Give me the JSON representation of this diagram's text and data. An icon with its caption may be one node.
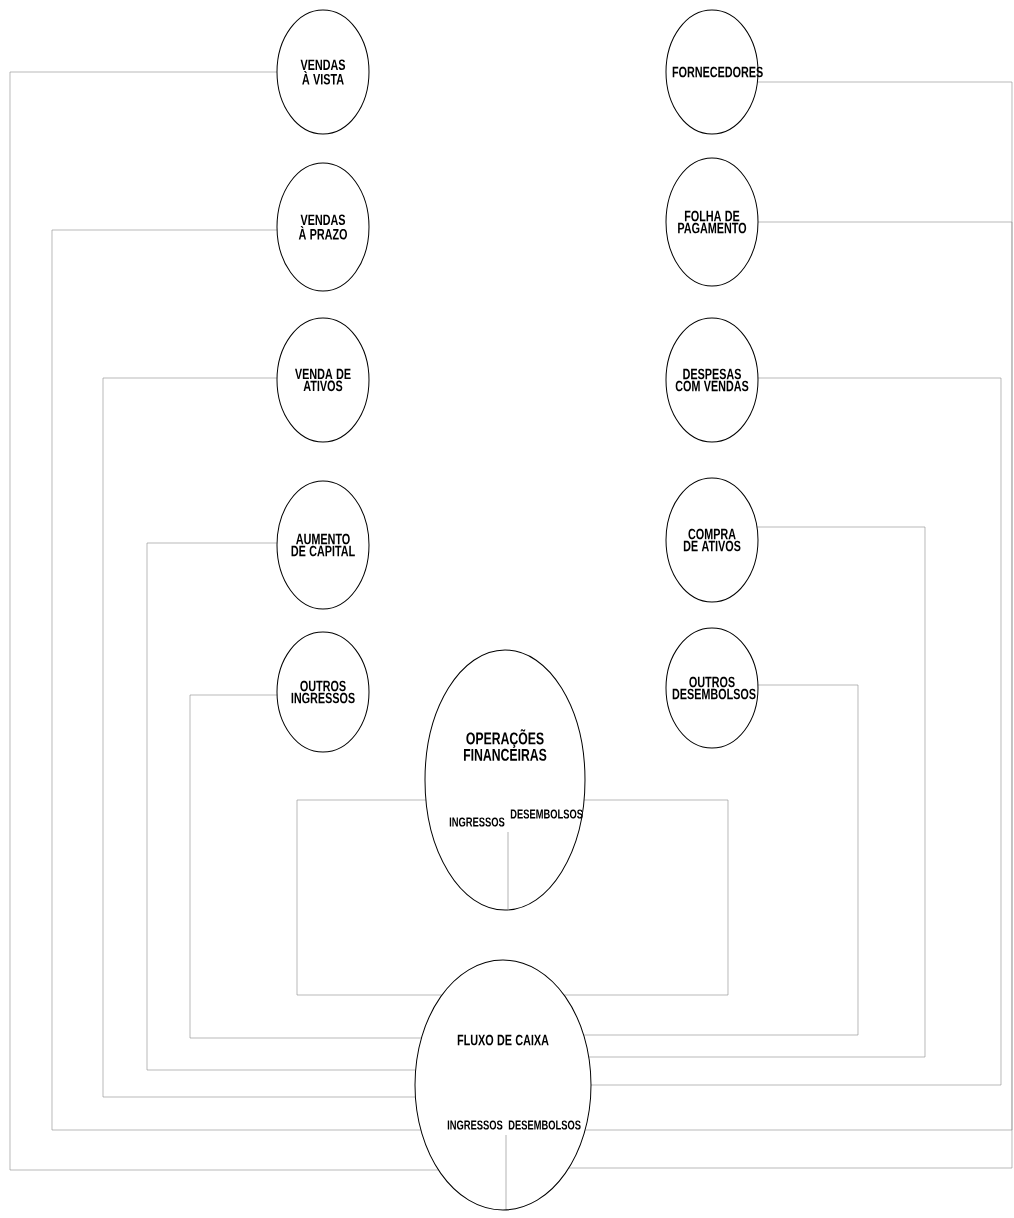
{
  "diagram": {
    "nodes": [
      {
        "text": [
          "VENDAS À VISTA"
        ]
      },
      {
        "text": [
          "VENDAS À PRAZO"
        ]
      },
      {
        "text": [
          "VENDA DE ATIVOS"
        ]
      },
      {
        "text": [
          "AUMENTO DE CAPITAL"
        ]
      },
      {
        "text": [
          "OUTROS INGRESSOS"
        ]
      },
      {
        "text": [
          "FORNECEDORES"
        ]
      },
      {
        "text": [
          "FOLHA DE PAGAMENTO"
        ]
      },
      {
        "text": [
          "DESPESAS COM VENDAS"
        ]
      },
      {
        "text": [
          "COMPRA DE ATIVOS"
        ]
      },
      {
        "text": [
          "OUTROS DESEMBOLSOS"
        ]
      },
      {
        "text": [
          "OPERAÇÕES FINANCEIRAS",
          "INGRESSOS",
          "DESEMBOLSOS"
        ]
      },
      {
        "text": [
          "FLUXO DE CAIXA",
          "INGRESSOS",
          "DESEMBOLSOS"
        ]
      }
    ],
    "edges": [
      {
        "from": 0,
        "to": 11,
        "arrow": "none"
      },
      {
        "from": 1,
        "to": 11,
        "arrow": "none"
      },
      {
        "from": 2,
        "to": 11,
        "arrow": "none"
      },
      {
        "from": 3,
        "to": 11,
        "arrow": "none"
      },
      {
        "from": 4,
        "to": 11,
        "arrow": "none"
      },
      {
        "from": 5,
        "to": 11,
        "arrow": "none"
      },
      {
        "from": 6,
        "to": 11,
        "arrow": "none"
      },
      {
        "from": 7,
        "to": 11,
        "arrow": "none"
      },
      {
        "from": 8,
        "to": 11,
        "arrow": "none"
      },
      {
        "from": 9,
        "to": 11,
        "arrow": "none"
      },
      {
        "from": 10,
        "to": 11,
        "arrow": "none"
      },
      {
        "from": 10,
        "to": 11,
        "arrow": "none"
      }
    ]
  }
}
